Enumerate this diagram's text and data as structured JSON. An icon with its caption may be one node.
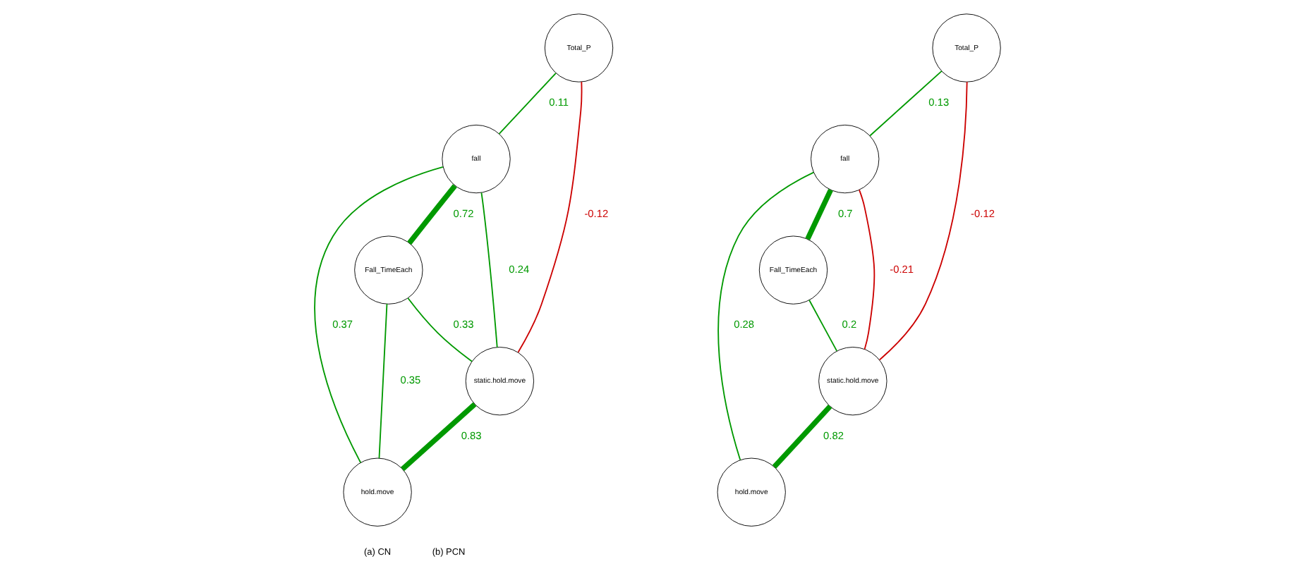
{
  "diagram": {
    "nodes": [
      {
        "text": [
          "Total_P"
        ]
      },
      {
        "text": [
          "fall"
        ]
      },
      {
        "text": [
          "Fall_TimeEach"
        ]
      },
      {
        "text": [
          "static.hold.move"
        ]
      },
      {
        "text": [
          "hold.move"
        ]
      },
      {
        "text": [
          "Total_P"
        ]
      },
      {
        "text": [
          "fall"
        ]
      },
      {
        "text": [
          "Fall_TimeEach"
        ]
      },
      {
        "text": [
          "static.hold.move"
        ]
      },
      {
        "text": [
          "hold.move"
        ]
      }
    ],
    "edges": [
      {
        "from": 0,
        "to": 1,
        "arrow": "none",
        "label": "0.11"
      },
      {
        "from": 0,
        "to": 3,
        "arrow": "none",
        "label": "-0.12",
        "color": "#cc0000"
      },
      {
        "from": 1,
        "to": 2,
        "arrow": "none",
        "label": "0.72",
        "style": "thick"
      },
      {
        "from": 1,
        "to": 3,
        "arrow": "none",
        "label": "0.24"
      },
      {
        "from": 1,
        "to": 4,
        "arrow": "none",
        "label": "0.37"
      },
      {
        "from": 2,
        "to": 3,
        "arrow": "none",
        "label": "0.33"
      },
      {
        "from": 2,
        "to": 4,
        "arrow": "none",
        "label": "0.35"
      },
      {
        "from": 3,
        "to": 4,
        "arrow": "none",
        "label": "0.83",
        "style": "thick"
      },
      {
        "from": 5,
        "to": 6,
        "arrow": "none",
        "label": "0.13"
      },
      {
        "from": 5,
        "to": 8,
        "arrow": "none",
        "label": "-0.12",
        "color": "#cc0000"
      },
      {
        "from": 6,
        "to": 7,
        "arrow": "none",
        "label": "0.7",
        "style": "thick"
      },
      {
        "from": 6,
        "to": 8,
        "arrow": "none",
        "label": "-0.21",
        "color": "#cc0000"
      },
      {
        "from": 6,
        "to": 9,
        "arrow": "none",
        "label": "0.28"
      },
      {
        "from": 7,
        "to": 8,
        "arrow": "none",
        "label": "0.2"
      },
      {
        "from": 8,
        "to": 9,
        "arrow": "none",
        "label": "0.82",
        "style": "thick"
      }
    ],
    "labels": [
      "(a) CN",
      "(b) PCN"
    ]
  }
}
